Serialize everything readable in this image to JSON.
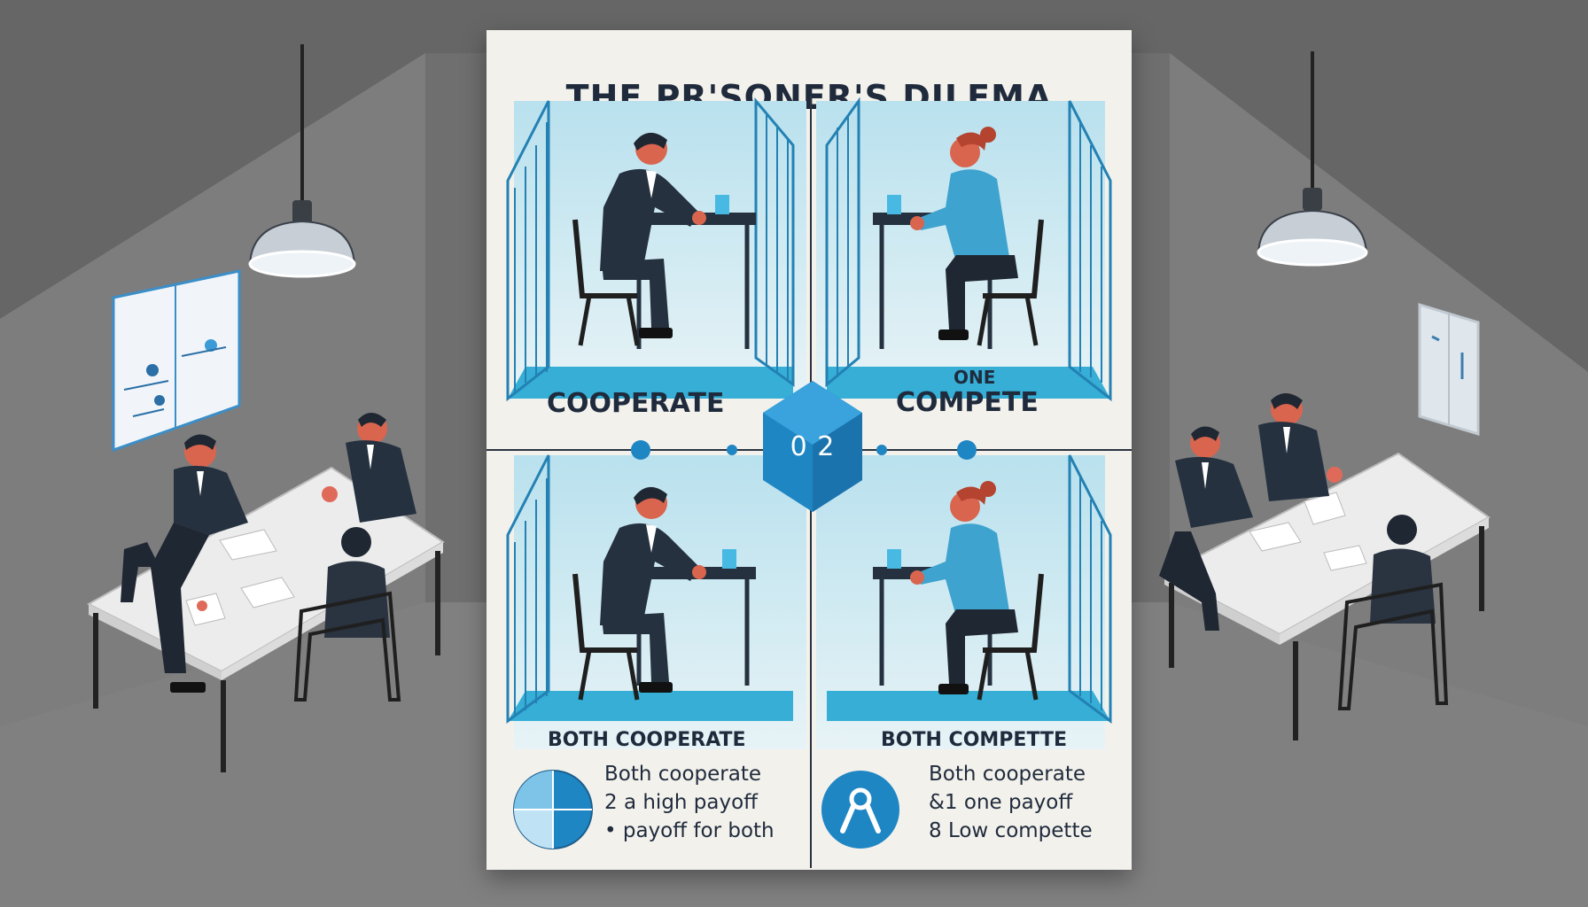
{
  "poster": {
    "title": "THE PR'SONER'S DILEMA",
    "top_left_label": "COOPERATE",
    "top_right_small": "ONE",
    "top_right_label": "COMPETE",
    "center_badge": "0 2",
    "bottom_left_label": "BOTH COOPERATE",
    "bottom_right_label": "BOTH COMPETTE",
    "bottom_left_lines": [
      "Both cooperate",
      "2 a high payoff",
      "• payoff for both"
    ],
    "bottom_right_lines": [
      "Both cooperate",
      "&1 one payoff",
      "8 Low compette"
    ]
  },
  "colors": {
    "wall": "#7b7b7b",
    "poster_bg": "#f3f1ec",
    "accent_blue": "#1f86c4",
    "cell_floor": "#36aed6",
    "suit": "#25313f",
    "skin": "#e0684f"
  }
}
